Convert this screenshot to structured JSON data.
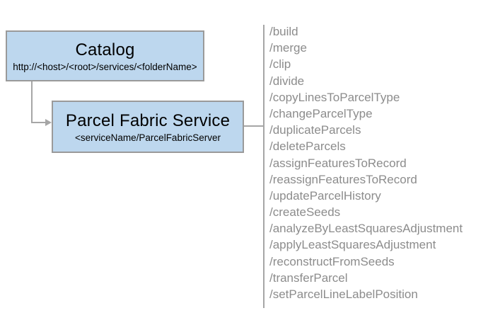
{
  "catalog": {
    "title": "Catalog",
    "subtitle": "http://<host>/<root>/services/<folderName>"
  },
  "service": {
    "title": "Parcel Fabric Service",
    "subtitle": "<serviceName/ParcelFabricServer"
  },
  "endpoints": [
    "/build",
    "/merge",
    "/clip",
    "/divide",
    "/copyLinesToParcelType",
    "/changeParcelType",
    "/duplicateParcels",
    "/deleteParcels",
    "/assignFeaturesToRecord",
    "/reassignFeaturesToRecord",
    "/updateParcelHistory",
    "/createSeeds",
    "/analyzeByLeastSquaresAdjustment",
    "/applyLeastSquaresAdjustment",
    "/reconstructFromSeeds",
    "/transferParcel",
    "/setParcelLineLabelPosition"
  ],
  "colors": {
    "box-fill": "#bdd7ee",
    "box-border": "#9a9a9a",
    "connector": "#a6a6a6",
    "endpoint-text": "#8c8c8c",
    "title-text": "#000000"
  }
}
